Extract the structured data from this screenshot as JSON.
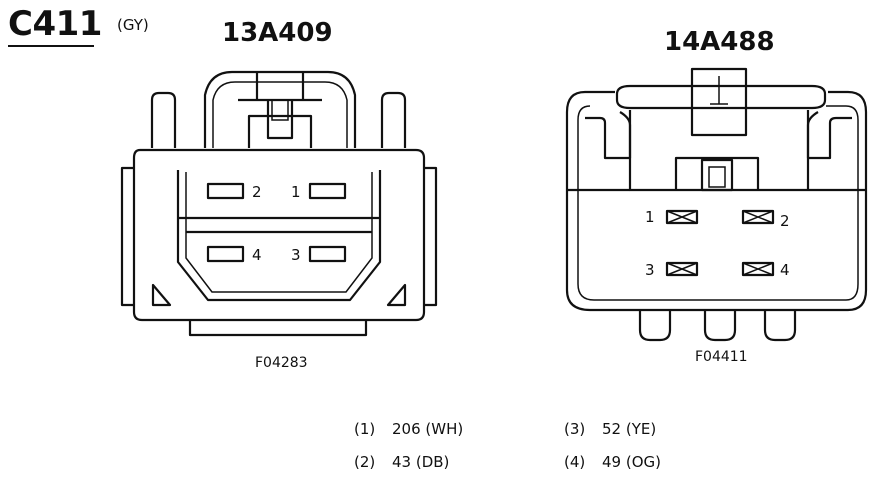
{
  "connector": {
    "id": "C411",
    "color": "(GY)"
  },
  "left_connector": {
    "part_number": "13A409",
    "figure_code": "F04283",
    "pins": [
      "1",
      "2",
      "3",
      "4"
    ]
  },
  "right_connector": {
    "part_number": "14A488",
    "figure_code": "F04411",
    "pins": [
      "1",
      "2",
      "3",
      "4"
    ]
  },
  "legend": [
    {
      "pin": "(1)",
      "circuit": "206 (WH)"
    },
    {
      "pin": "(2)",
      "circuit": "43 (DB)"
    },
    {
      "pin": "(3)",
      "circuit": "52 (YE)"
    },
    {
      "pin": "(4)",
      "circuit": "49 (OG)"
    }
  ]
}
